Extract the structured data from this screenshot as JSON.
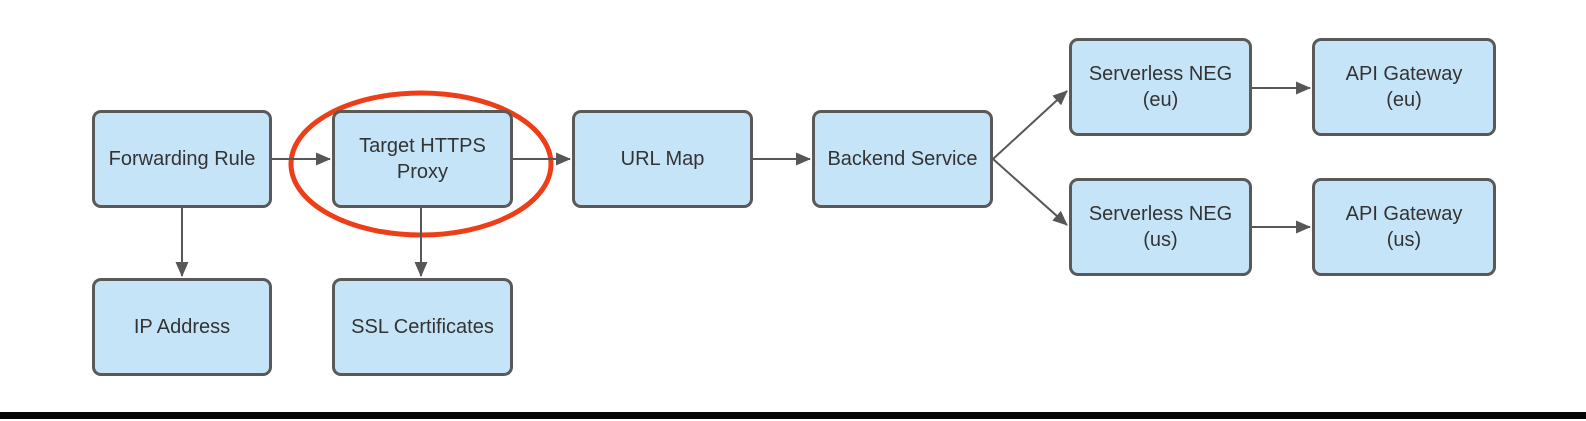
{
  "diagram": {
    "type": "flowchart",
    "colors": {
      "node_fill": "#c6e4f7",
      "node_border": "#595959",
      "connector": "#575757",
      "label_text": "#333333",
      "highlight_ellipse": "#ee3e17",
      "bottom_bar": "#050505",
      "background": "#ffffff"
    },
    "nodes": [
      {
        "id": "forwarding-rule",
        "label": "Forwarding Rule"
      },
      {
        "id": "target-https-proxy",
        "label": "Target HTTPS\nProxy",
        "highlighted": true
      },
      {
        "id": "url-map",
        "label": "URL Map"
      },
      {
        "id": "backend-service",
        "label": "Backend Service"
      },
      {
        "id": "serverless-neg-eu",
        "label": "Serverless NEG\n(eu)"
      },
      {
        "id": "api-gateway-eu",
        "label": "API Gateway\n(eu)"
      },
      {
        "id": "serverless-neg-us",
        "label": "Serverless NEG\n(us)"
      },
      {
        "id": "api-gateway-us",
        "label": "API Gateway\n(us)"
      },
      {
        "id": "ip-address",
        "label": "IP Address"
      },
      {
        "id": "ssl-certificates",
        "label": "SSL Certificates"
      }
    ],
    "edges": [
      {
        "from": "forwarding-rule",
        "to": "target-https-proxy"
      },
      {
        "from": "target-https-proxy",
        "to": "url-map"
      },
      {
        "from": "url-map",
        "to": "backend-service"
      },
      {
        "from": "backend-service",
        "to": "serverless-neg-eu"
      },
      {
        "from": "backend-service",
        "to": "serverless-neg-us"
      },
      {
        "from": "serverless-neg-eu",
        "to": "api-gateway-eu"
      },
      {
        "from": "serverless-neg-us",
        "to": "api-gateway-us"
      },
      {
        "from": "forwarding-rule",
        "to": "ip-address"
      },
      {
        "from": "target-https-proxy",
        "to": "ssl-certificates"
      }
    ],
    "annotation": {
      "shape": "ellipse",
      "target": "target-https-proxy",
      "color": "#ee3e17"
    }
  }
}
